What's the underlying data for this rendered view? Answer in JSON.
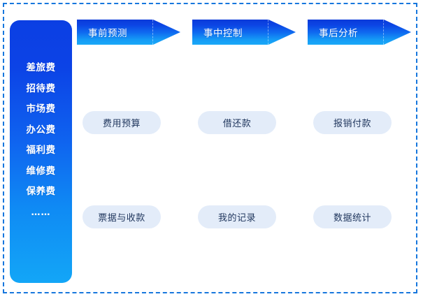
{
  "sidebar": {
    "name": "expense-category-list",
    "items": [
      {
        "label": "差旅费"
      },
      {
        "label": "招待费"
      },
      {
        "label": "市场费"
      },
      {
        "label": "办公费"
      },
      {
        "label": "福利费"
      },
      {
        "label": "维修费"
      },
      {
        "label": "保养费"
      },
      {
        "label": "……"
      }
    ]
  },
  "phases": [
    {
      "label": "事前预测"
    },
    {
      "label": "事中控制"
    },
    {
      "label": "事后分析"
    }
  ],
  "modules": {
    "row_1": [
      {
        "label": "费用预算"
      },
      {
        "label": "借还款"
      },
      {
        "label": "报销付款"
      }
    ],
    "row_2": [
      {
        "label": "票据与收款"
      },
      {
        "label": "我的记录"
      },
      {
        "label": "数据统计"
      }
    ]
  },
  "colors": {
    "gradient_start": "#0b3fe3",
    "gradient_end": "#13a6f7",
    "card_background": "#e3ecf9",
    "card_text": "#21375e",
    "selection_border": "#1777dd",
    "canvas_background": "#ffffff"
  }
}
